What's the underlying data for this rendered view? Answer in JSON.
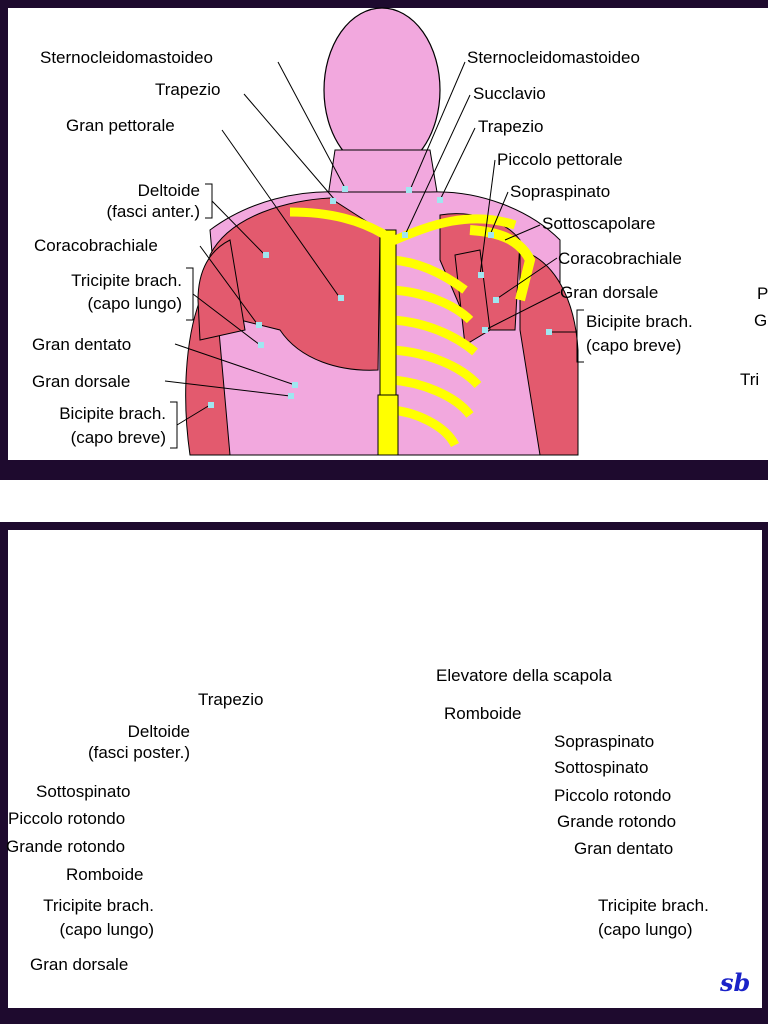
{
  "front": {
    "left_labels": [
      {
        "id": "scm-l",
        "text": "Sternocleidomastoideo"
      },
      {
        "id": "trap-l",
        "text": "Trapezio"
      },
      {
        "id": "pett-l",
        "text": "Gran pettorale"
      },
      {
        "id": "delt-l1",
        "text": "Deltoide"
      },
      {
        "id": "delt-l2",
        "text": "(fasci anter.)"
      },
      {
        "id": "corac-l",
        "text": "Coracobrachiale"
      },
      {
        "id": "tric-l1",
        "text": "Tricipite brach."
      },
      {
        "id": "tric-l2",
        "text": "(capo lungo)"
      },
      {
        "id": "dent-l",
        "text": "Gran dentato"
      },
      {
        "id": "dors-l",
        "text": "Gran dorsale"
      },
      {
        "id": "bic-l1",
        "text": "Bicipite brach."
      },
      {
        "id": "bic-l2",
        "text": "(capo breve)"
      }
    ],
    "right_labels": [
      {
        "id": "scm-r",
        "text": "Sternocleidomastoideo"
      },
      {
        "id": "succ-r",
        "text": "Succlavio"
      },
      {
        "id": "trap-r",
        "text": "Trapezio"
      },
      {
        "id": "ppett-r",
        "text": "Piccolo pettorale"
      },
      {
        "id": "sopr-r",
        "text": "Sopraspinato"
      },
      {
        "id": "sotto-r",
        "text": "Sottoscapolare"
      },
      {
        "id": "corac-r",
        "text": "Coracobrachiale"
      },
      {
        "id": "dors-r",
        "text": "Gran dorsale"
      },
      {
        "id": "bic-r1",
        "text": "Bicipite brach."
      },
      {
        "id": "bic-r2",
        "text": "(capo breve)"
      }
    ],
    "edge_labels": [
      {
        "id": "edge-p",
        "text": "P"
      },
      {
        "id": "edge-g",
        "text": "G"
      },
      {
        "id": "edge-tri",
        "text": "Tri"
      }
    ]
  },
  "back": {
    "left_labels": [
      {
        "id": "trap-b",
        "text": "Trapezio"
      },
      {
        "id": "delt-b1",
        "text": "Deltoide"
      },
      {
        "id": "delt-b2",
        "text": "(fasci poster.)"
      },
      {
        "id": "sottosp-b",
        "text": "Sottospinato"
      },
      {
        "id": "prot-b",
        "text": "Piccolo rotondo"
      },
      {
        "id": "grot-b",
        "text": "Grande rotondo"
      },
      {
        "id": "romb-b",
        "text": "Romboide"
      },
      {
        "id": "tric-b1",
        "text": "Tricipite brach."
      },
      {
        "id": "tric-b2",
        "text": "(capo lungo)"
      },
      {
        "id": "dors-b",
        "text": "Gran dorsale"
      }
    ],
    "right_labels": [
      {
        "id": "elev-b",
        "text": "Elevatore della scapola"
      },
      {
        "id": "romb-br",
        "text": "Romboide"
      },
      {
        "id": "sopr-br",
        "text": "Sopraspinato"
      },
      {
        "id": "sottosp-br",
        "text": "Sottospinato"
      },
      {
        "id": "prot-br",
        "text": "Piccolo rotondo"
      },
      {
        "id": "grot-br",
        "text": "Grande rotondo"
      },
      {
        "id": "dent-br",
        "text": "Gran dentato"
      },
      {
        "id": "tric-br1",
        "text": "Tricipite brach."
      },
      {
        "id": "tric-br2",
        "text": "(capo lungo)"
      }
    ],
    "signature": "sb"
  },
  "colors": {
    "muscle": "#e35a6e",
    "muscle_light": "#f2a8de",
    "bone": "#ffff00",
    "head": "#f2a8de",
    "border": "#1e0a2e",
    "marker": "#a0e6f0"
  }
}
